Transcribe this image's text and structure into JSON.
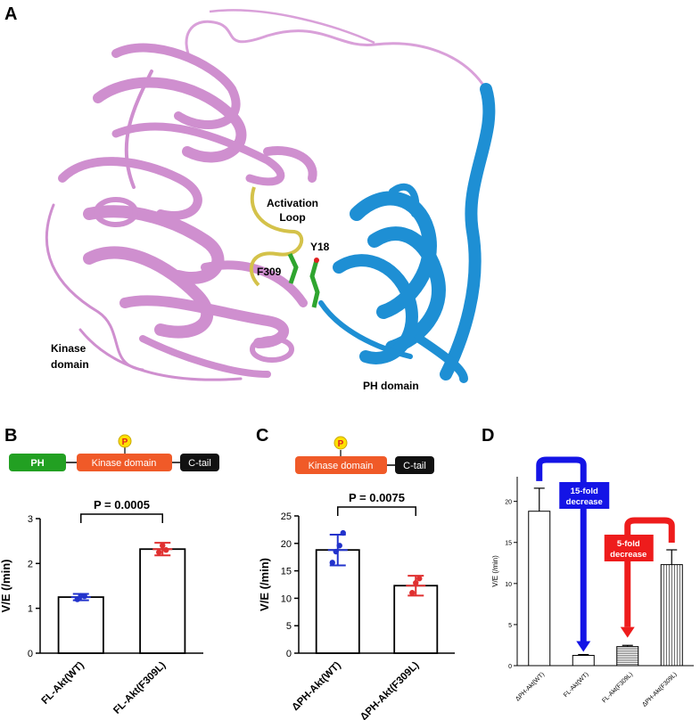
{
  "panel_letters": [
    "A",
    "B",
    "C",
    "D"
  ],
  "panelA": {
    "labels": {
      "activation_loop": "Activation\nLoop",
      "y18": "Y18",
      "f309": "F309",
      "kinase_domain": "Kinase\ndomain",
      "ph_domain": "PH domain"
    },
    "colors": {
      "kinase": "#d9a0d9",
      "ph": "#1e90d6",
      "loop": "#d4c24a",
      "residue": "#2fa52f"
    }
  },
  "panelB": {
    "schematic": {
      "ph": "PH",
      "kinase": "Kinase domain",
      "ctail": "C-tail",
      "phospho": "P"
    },
    "colors": {
      "ph": "#22a022",
      "kinase": "#f05a28",
      "ctail": "#111111",
      "phospho": "#ffe000"
    }
  },
  "panelC": {
    "schematic": {
      "kinase": "Kinase domain",
      "ctail": "C-tail",
      "phospho": "P"
    }
  },
  "chart_data": [
    {
      "panel": "B",
      "type": "bar",
      "categories": [
        "FL-Akt(WT)",
        "FL-Akt(F309L)"
      ],
      "values": [
        1.25,
        2.32
      ],
      "errors": [
        0.07,
        0.14
      ],
      "points": [
        [
          1.2,
          1.28,
          1.27
        ],
        [
          2.25,
          2.4,
          2.3
        ]
      ],
      "point_colors": [
        "#2233cc",
        "#e03030"
      ],
      "ylabel": "V/E (/min)",
      "ylim": [
        0,
        3
      ],
      "yticks": [
        0,
        1,
        2,
        3
      ],
      "pvalue": "P = 0.0005"
    },
    {
      "panel": "C",
      "type": "bar",
      "categories": [
        "ΔPH-Akt(WT)",
        "ΔPH-Akt(F309L)"
      ],
      "values": [
        18.8,
        12.3
      ],
      "errors": [
        2.8,
        1.8
      ],
      "points": [
        [
          16.5,
          18.5,
          19.6,
          21.9
        ],
        [
          11.0,
          12.8,
          13.6
        ]
      ],
      "point_colors": [
        "#2233cc",
        "#e03030"
      ],
      "ylabel": "V/E (/min)",
      "ylim": [
        0,
        25
      ],
      "yticks": [
        0,
        5,
        10,
        15,
        20,
        25
      ],
      "pvalue": "P = 0.0075"
    },
    {
      "panel": "D",
      "type": "bar",
      "categories": [
        "ΔPH-Akt(WT)",
        "FL-Akt(WT)",
        "FL-Akt(F309L)",
        "ΔPH-Akt(F309L)"
      ],
      "values": [
        18.8,
        1.25,
        2.32,
        12.3
      ],
      "errors": [
        2.8,
        0.1,
        0.15,
        1.8
      ],
      "ylabel": "V/E (/min)",
      "ylim": [
        0,
        23
      ],
      "yticks": [
        0,
        5,
        10,
        15,
        20
      ],
      "annotations": [
        "15-fold\ndecrease",
        "5-fold\ndecrease"
      ],
      "annotation_colors": [
        "#1414e6",
        "#ee1c1c"
      ]
    }
  ]
}
